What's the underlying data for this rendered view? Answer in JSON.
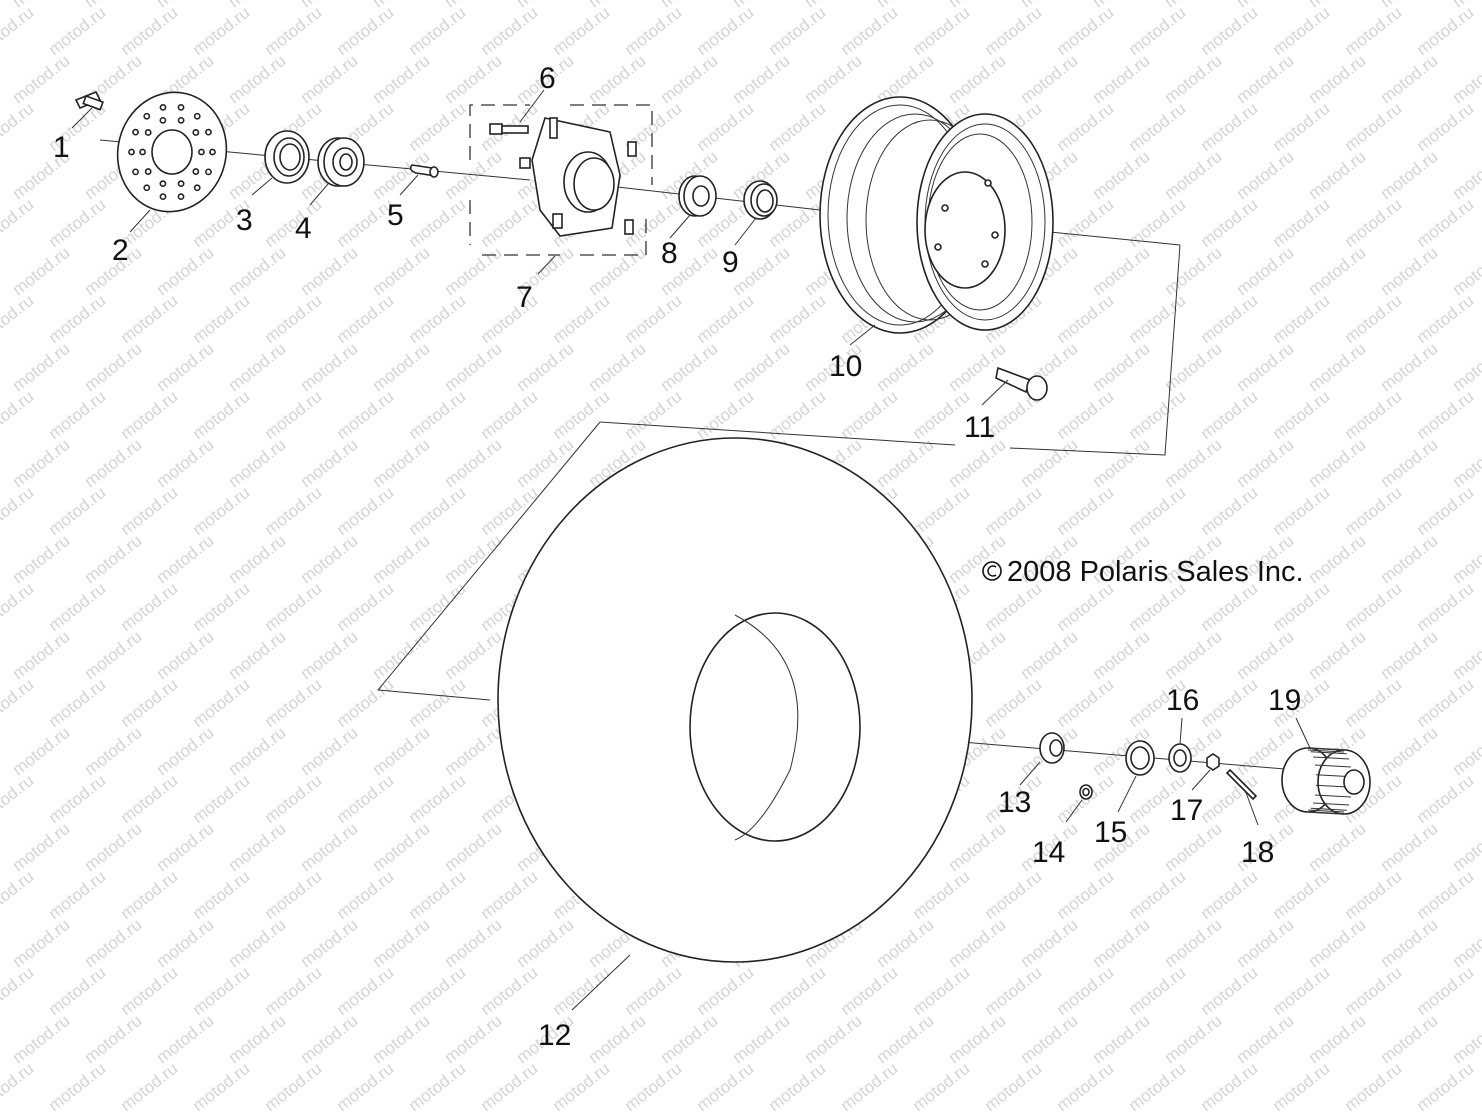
{
  "watermark": "motod.ru",
  "copyright": "2008 Polaris Sales Inc.",
  "callouts": {
    "c1": "1",
    "c2": "2",
    "c3": "3",
    "c4": "4",
    "c5": "5",
    "c6": "6",
    "c7": "7",
    "c8": "8",
    "c9": "9",
    "c10": "10",
    "c11": "11",
    "c12": "12",
    "c13": "13",
    "c14": "14",
    "c15": "15",
    "c16": "16",
    "c17": "17",
    "c18": "18",
    "c19": "19"
  },
  "colors": {
    "ink": "#222222",
    "watermark": "#d4d4d4",
    "background": "#ffffff"
  }
}
